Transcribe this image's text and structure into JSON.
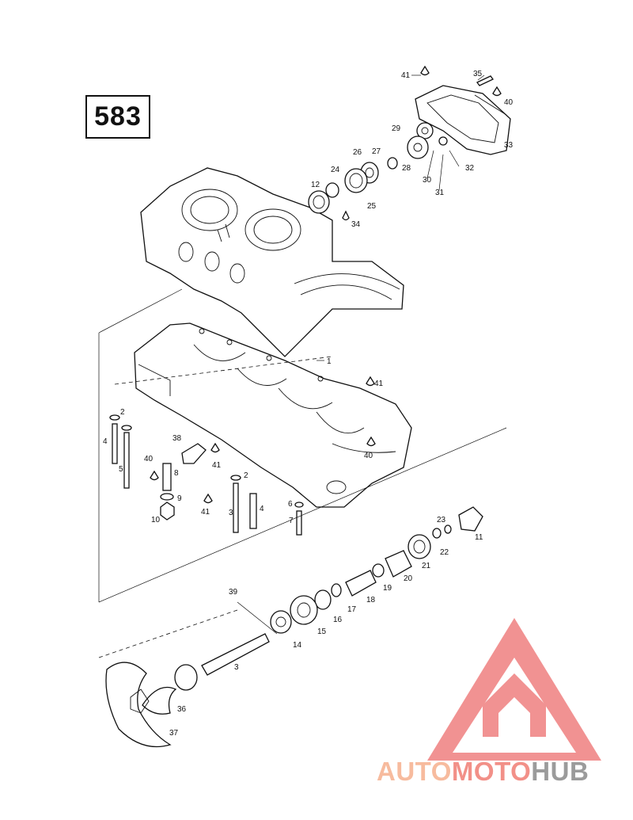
{
  "page_number": "583",
  "callouts": [
    {
      "id": "c41a",
      "text": "41"
    },
    {
      "id": "c35",
      "text": "35"
    },
    {
      "id": "c40a",
      "text": "40"
    },
    {
      "id": "c33",
      "text": "33"
    },
    {
      "id": "c29",
      "text": "29"
    },
    {
      "id": "c32",
      "text": "32"
    },
    {
      "id": "c30",
      "text": "30"
    },
    {
      "id": "c31",
      "text": "31"
    },
    {
      "id": "c26",
      "text": "26"
    },
    {
      "id": "c27",
      "text": "27"
    },
    {
      "id": "c28",
      "text": "28"
    },
    {
      "id": "c24",
      "text": "24"
    },
    {
      "id": "c12",
      "text": "12"
    },
    {
      "id": "c25",
      "text": "25"
    },
    {
      "id": "c34",
      "text": "34"
    },
    {
      "id": "c1",
      "text": "1"
    },
    {
      "id": "c41b",
      "text": "41"
    },
    {
      "id": "c2a",
      "text": "2"
    },
    {
      "id": "c4a",
      "text": "4"
    },
    {
      "id": "c38",
      "text": "38"
    },
    {
      "id": "c40b",
      "text": "40"
    },
    {
      "id": "c41c",
      "text": "41"
    },
    {
      "id": "c40c",
      "text": "40"
    },
    {
      "id": "c8",
      "text": "8"
    },
    {
      "id": "c5",
      "text": "5"
    },
    {
      "id": "c9",
      "text": "9"
    },
    {
      "id": "c10",
      "text": "10"
    },
    {
      "id": "c2b",
      "text": "2"
    },
    {
      "id": "c41d",
      "text": "41"
    },
    {
      "id": "c3a",
      "text": "3"
    },
    {
      "id": "c4b",
      "text": "4"
    },
    {
      "id": "c6",
      "text": "6"
    },
    {
      "id": "c7",
      "text": "7"
    },
    {
      "id": "c23",
      "text": "23"
    },
    {
      "id": "c11",
      "text": "11"
    },
    {
      "id": "c22",
      "text": "22"
    },
    {
      "id": "c21",
      "text": "21"
    },
    {
      "id": "c20",
      "text": "20"
    },
    {
      "id": "c19",
      "text": "19"
    },
    {
      "id": "c18",
      "text": "18"
    },
    {
      "id": "c17",
      "text": "17"
    },
    {
      "id": "c16",
      "text": "16"
    },
    {
      "id": "c39",
      "text": "39"
    },
    {
      "id": "c15",
      "text": "15"
    },
    {
      "id": "c14",
      "text": "14"
    },
    {
      "id": "c3b",
      "text": "3"
    },
    {
      "id": "c36",
      "text": "36"
    },
    {
      "id": "c37",
      "text": "37"
    }
  ],
  "watermark": {
    "segments": [
      {
        "text": "AUTO",
        "color": "#f6b08e"
      },
      {
        "text": "MOTO",
        "color": "#f07d74"
      },
      {
        "text": "HUB",
        "color": "#8a8a8a"
      }
    ],
    "logo_color": "#ef8080"
  }
}
